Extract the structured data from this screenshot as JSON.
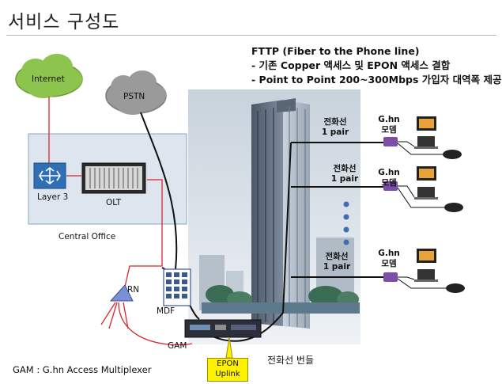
{
  "page": {
    "title": "서비스 구성도"
  },
  "fttp": {
    "heading": "FTTP (Fiber to the Phone line)",
    "bullet1": " - 기존 Copper 액세스 및 EPON 액세스 결합",
    "bullet2": " - Point to Point 200~300Mbps  가입자 대역폭 제공"
  },
  "clouds": {
    "internet": "Internet",
    "pstn": "PSTN"
  },
  "central_office": {
    "label": "Central Office",
    "layer3": "Layer 3",
    "olt": "OLT"
  },
  "network": {
    "rn": "RN",
    "mdf": "MDF",
    "gam": "GAM",
    "epon_line1": "EPON",
    "epon_line2": "Uplink",
    "bundle": "전화선 번들",
    "gam_note": "GAM : G.hn Access Multiplexer"
  },
  "floors": [
    {
      "line1": "전화선",
      "line2": "1 pair",
      "modem1": "G.hn",
      "modem2": "모뎀"
    },
    {
      "line1": "전화선",
      "line2": "1 pair",
      "modem1": "G.hn",
      "modem2": "모뎀"
    },
    {
      "line1": "전화선",
      "line2": "1 pair",
      "modem1": "G.hn",
      "modem2": "모뎀"
    }
  ],
  "colors": {
    "fiber": "#d9272e",
    "copper": "#111111",
    "cloud_green": "#8dc44e",
    "cloud_gray": "#9a9a9a",
    "office_fill": "#dde6ef",
    "modem": "#7b4fa8"
  }
}
